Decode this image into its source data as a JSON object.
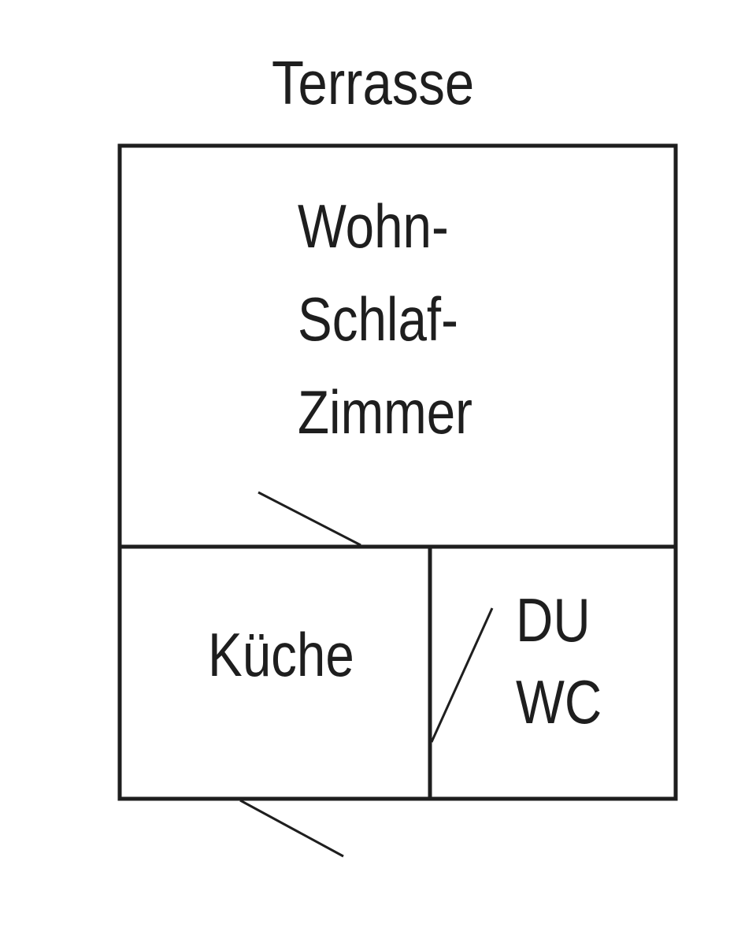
{
  "rooms": {
    "terrace": "Terrasse",
    "living_bedroom": [
      "Wohn-",
      "Schlaf-",
      "Zimmer"
    ],
    "kitchen": "Küche",
    "bathroom": [
      "DU",
      "WC"
    ]
  },
  "colors": {
    "line": "#1e1e1e",
    "background": "#ffffff"
  }
}
